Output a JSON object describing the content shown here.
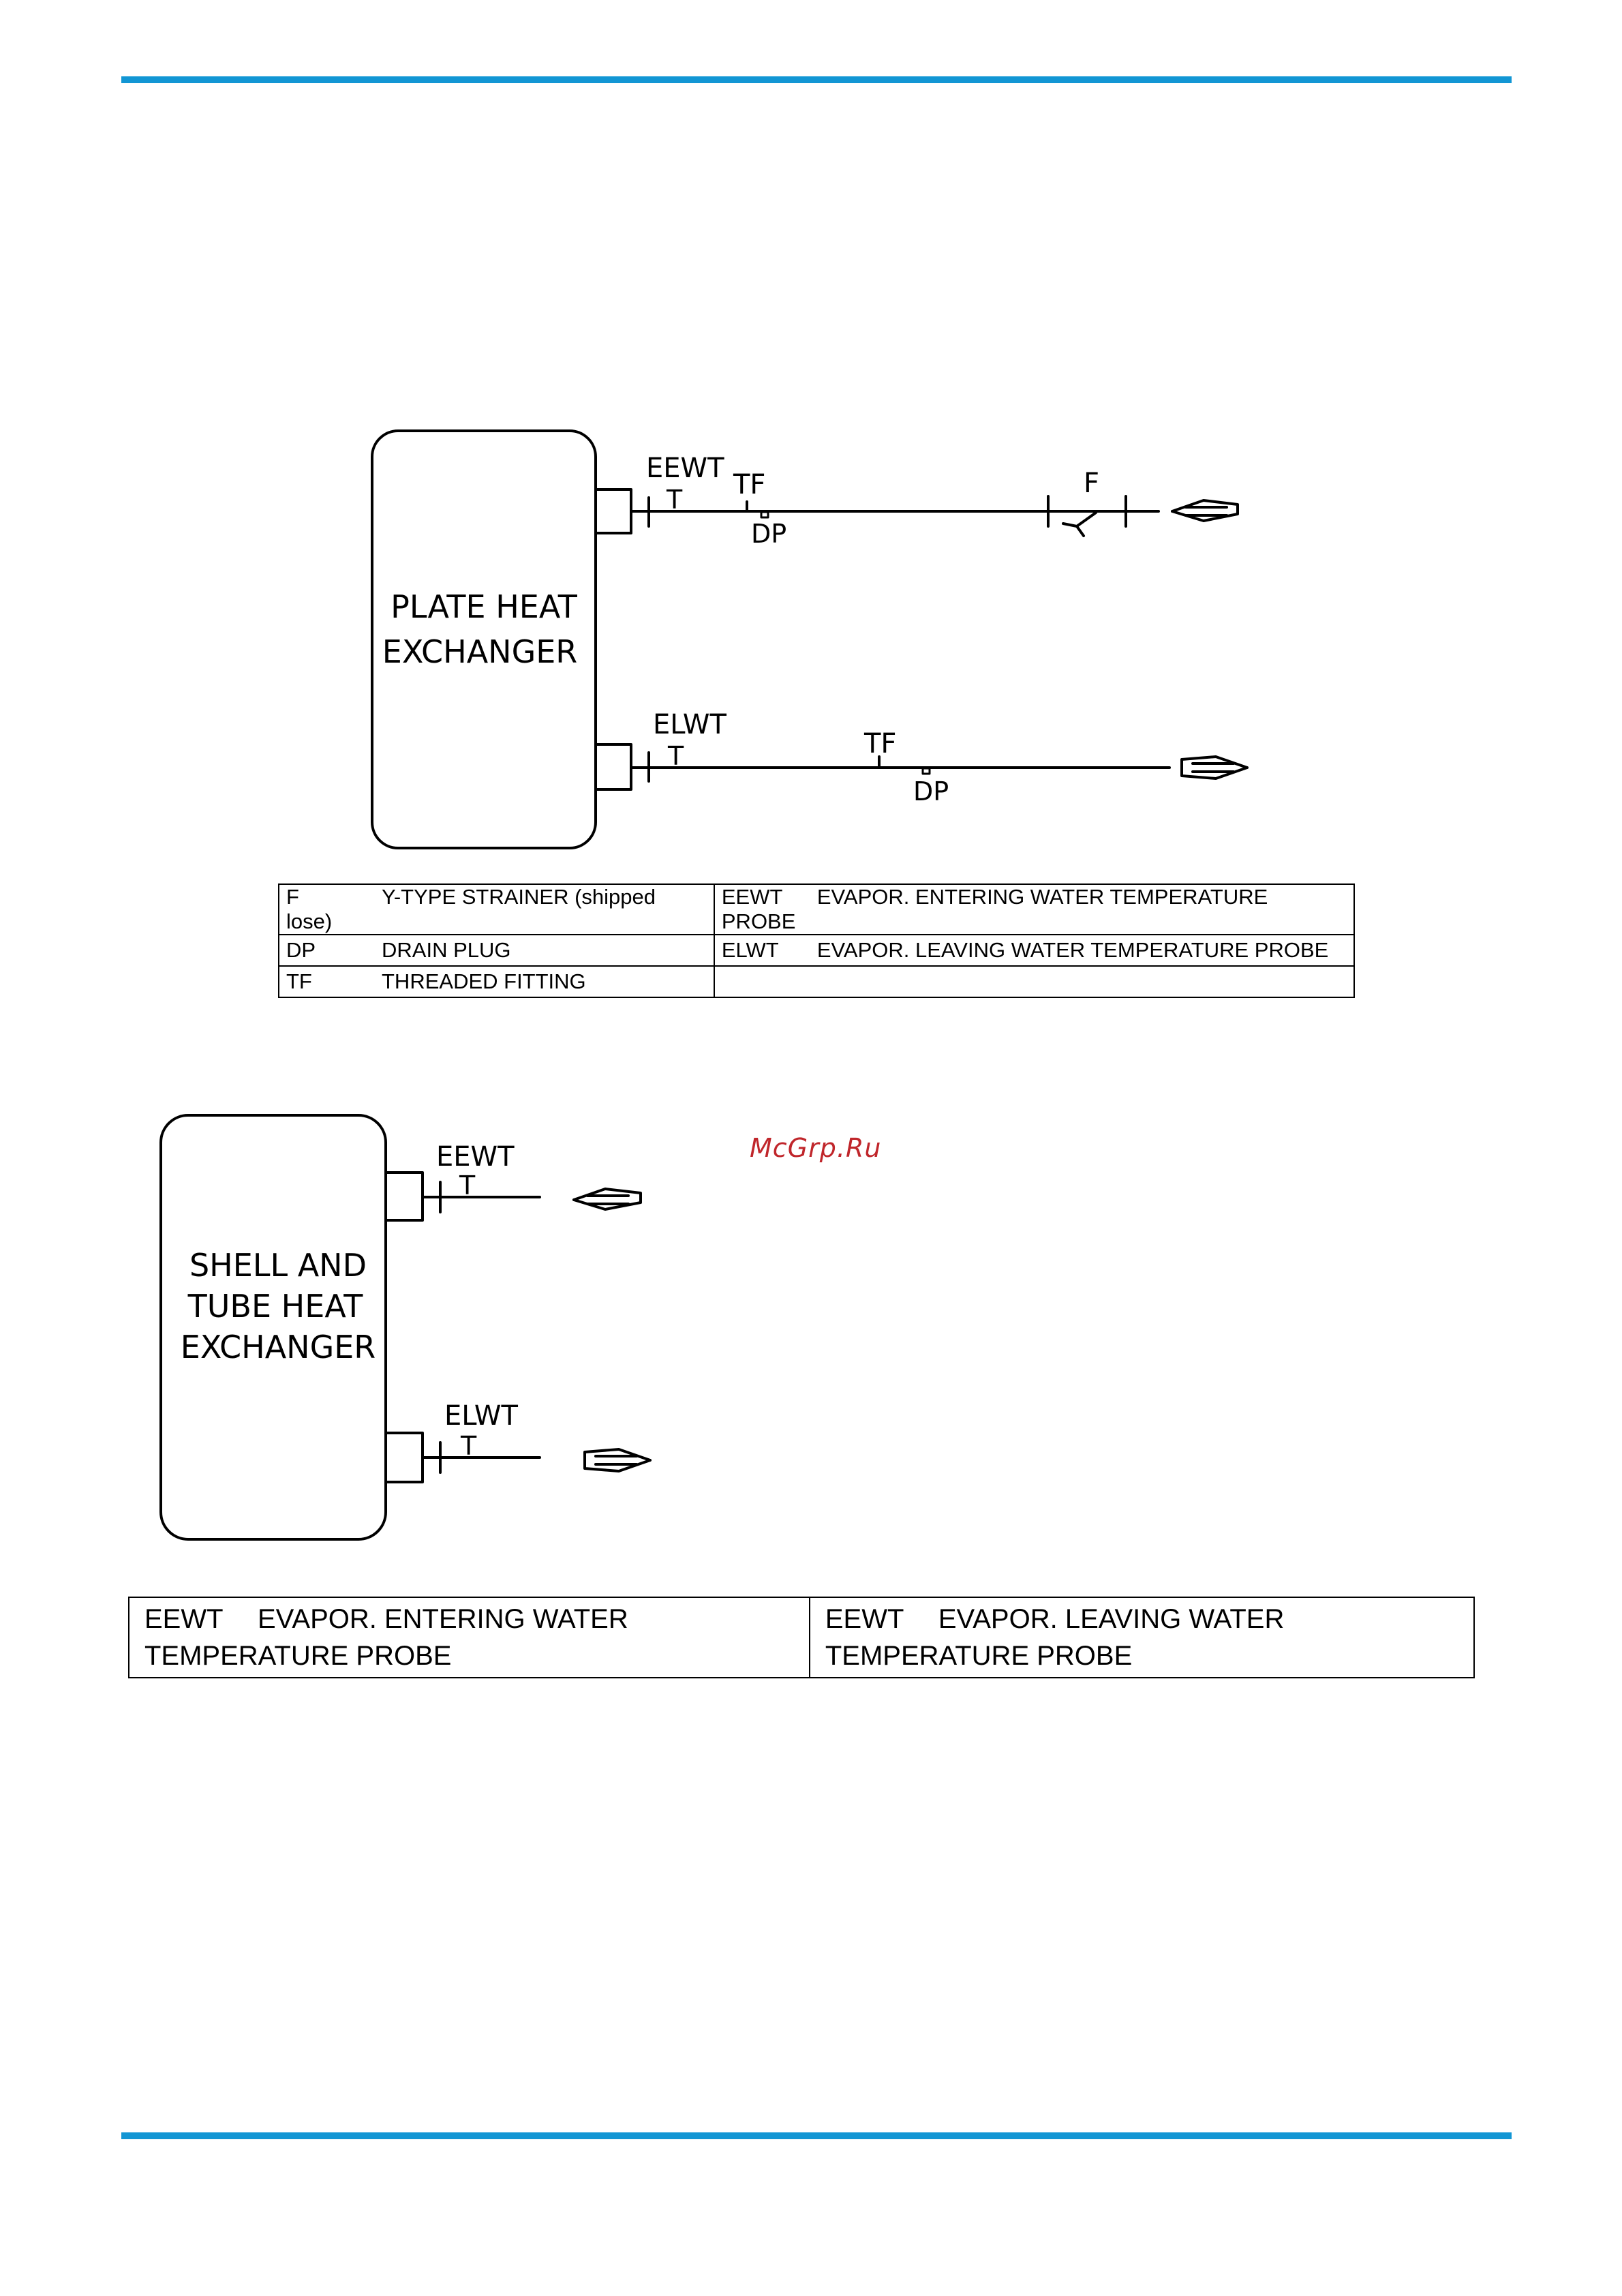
{
  "diagram1": {
    "unit_label_line1": "PLATE HEAT",
    "unit_label_line2": "EXCHANGER",
    "inlet_probe": "EEWT",
    "inlet_fitting": "TF",
    "inlet_drain": "DP",
    "strainer": "F",
    "outlet_probe": "ELWT",
    "outlet_fitting": "TF",
    "outlet_drain": "DP",
    "probe_symbol": "T"
  },
  "legend1": {
    "rows": [
      {
        "code_left": "F",
        "desc_left": "Y-TYPE STRAINER (shipped lose)",
        "code_right": "EEWT",
        "desc_right": "EVAPOR. ENTERING WATER TEMPERATURE PROBE"
      },
      {
        "code_left": "DP",
        "desc_left": "DRAIN PLUG",
        "code_right": "ELWT",
        "desc_right": "EVAPOR. LEAVING WATER TEMPERATURE PROBE"
      },
      {
        "code_left": "TF",
        "desc_left": "THREADED FITTING",
        "code_right": "",
        "desc_right": ""
      }
    ]
  },
  "diagram2": {
    "unit_label_line1": "SHELL AND",
    "unit_label_line2": "TUBE HEAT",
    "unit_label_line3": "EXCHANGER",
    "inlet_probe": "EEWT",
    "outlet_probe": "ELWT",
    "probe_symbol": "T"
  },
  "legend2": {
    "cells": [
      {
        "code": "EEWT",
        "desc": "EVAPOR. ENTERING WATER TEMPERATURE PROBE"
      },
      {
        "code": "EEWT",
        "desc": "EVAPOR. LEAVING WATER TEMPERATURE PROBE"
      }
    ]
  },
  "watermark": "McGrp.Ru",
  "colors": {
    "rule": "#1296d4",
    "watermark": "#c0262b"
  }
}
